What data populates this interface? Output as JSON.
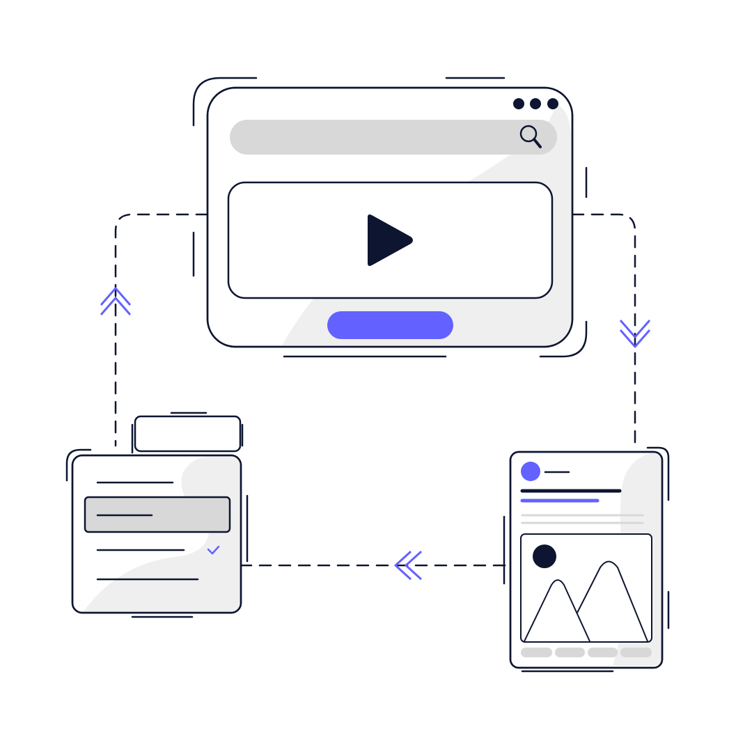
{
  "colors": {
    "background": "#ffffff",
    "ink": "#0d1530",
    "accent": "#6361ff",
    "panel_fill": "#efefef",
    "bar_fill": "#d8d8d8",
    "card_fill": "#ffffff"
  },
  "icons": {
    "window_menu": "three-dots-icon",
    "search": "search-icon",
    "play": "play-icon",
    "flow_up": "double-chevron-up-icon",
    "flow_down": "double-chevron-down-icon",
    "flow_left": "double-chevron-left-icon",
    "check": "check-icon",
    "image": "mountain-image-icon",
    "avatar": "avatar-icon"
  },
  "list_panel": {
    "item_count": 4,
    "selected_index": 1,
    "checked_index": 2
  }
}
